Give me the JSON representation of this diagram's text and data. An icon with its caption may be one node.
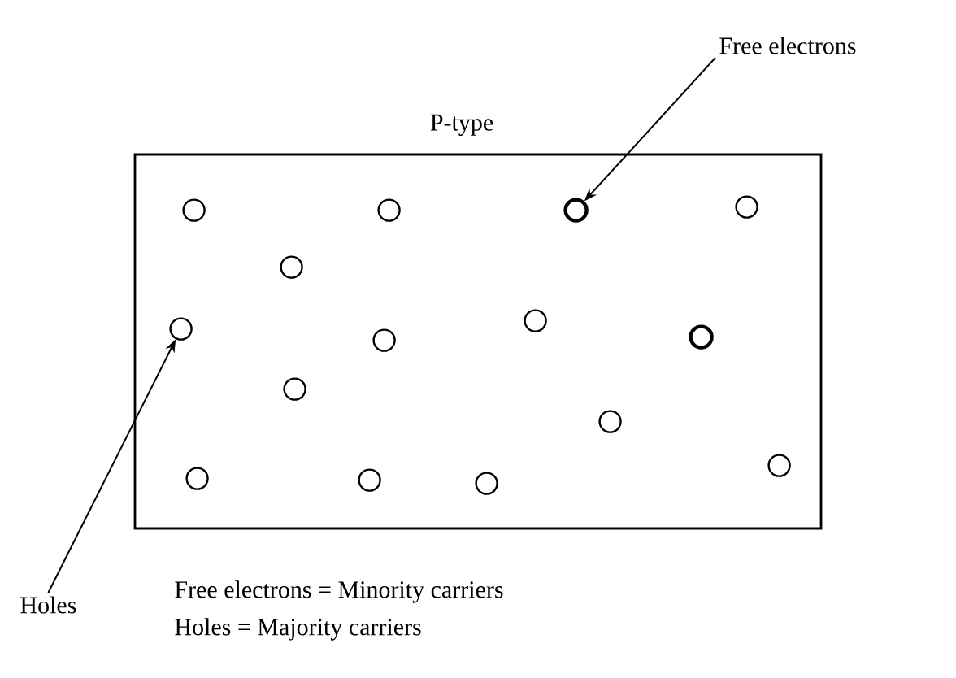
{
  "diagram": {
    "nodes": [
      {
        "text": [
          "P-type"
        ]
      },
      {
        "text": [],
        "shape": "circle",
        "in": 0
      },
      {
        "text": [],
        "shape": "circle",
        "in": 0
      },
      {
        "text": [],
        "shape": "circle",
        "in": 0
      },
      {
        "text": [],
        "shape": "circle",
        "in": 0
      },
      {
        "text": [],
        "shape": "circle",
        "in": 0
      },
      {
        "text": [],
        "shape": "circle",
        "in": 0
      },
      {
        "text": [],
        "shape": "circle",
        "in": 0
      },
      {
        "text": [],
        "shape": "circle",
        "in": 0
      },
      {
        "text": [],
        "shape": "circle",
        "in": 0
      },
      {
        "text": [],
        "shape": "circle",
        "in": 0
      },
      {
        "text": [],
        "shape": "circle",
        "in": 0
      },
      {
        "text": [],
        "shape": "circle",
        "in": 0
      },
      {
        "text": [],
        "shape": "circle",
        "in": 0
      },
      {
        "text": [],
        "shape": "circle",
        "in": 0
      },
      {
        "text": [],
        "shape": "circle",
        "in": 0
      },
      {
        "text": [
          "Free electrons"
        ]
      },
      {
        "text": [
          "Holes"
        ]
      }
    ],
    "edges": [
      {
        "from": 16,
        "to": 3,
        "arrow": "to"
      },
      {
        "from": 17,
        "to": 6,
        "arrow": "to"
      }
    ],
    "labels": [
      "Free electrons = Minority carriers",
      "Holes = Majority carriers"
    ]
  }
}
